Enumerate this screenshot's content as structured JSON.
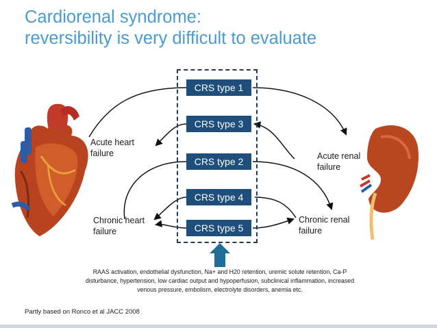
{
  "title": {
    "line1": "Cardiorenal syndrome:",
    "line2": "reversibility is very difficult to evaluate"
  },
  "crs_types": [
    "CRS type 1",
    "CRS type 3",
    "CRS type 2",
    "CRS type 4",
    "CRS type 5"
  ],
  "labels": {
    "acute_heart": {
      "line1": "Acute heart",
      "line2": "failure"
    },
    "chronic_heart": {
      "line1": "Chronic heart",
      "line2": "failure"
    },
    "acute_renal": {
      "line1": "Acute renal",
      "line2": "failure"
    },
    "chronic_renal": {
      "line1": "Chronic renal",
      "line2": "failure"
    }
  },
  "causes": {
    "line1": "RAAS activation, endothelial dysfunction, Na+ and H20 retention, uremic solute retention, Ca-P",
    "line2": "disturbance, hypertension, low cardiac output and hypoperfusion, subclinical inflammation, increased",
    "line3": "venous pressure, embolism, electrolyte disorders, anemia etc."
  },
  "source": "Partly based on Ronco et al JACC 2008",
  "colors": {
    "title": "#4a9bd0",
    "crs_box": "#1e4e79",
    "up_arrow": "#1f6f9a"
  }
}
